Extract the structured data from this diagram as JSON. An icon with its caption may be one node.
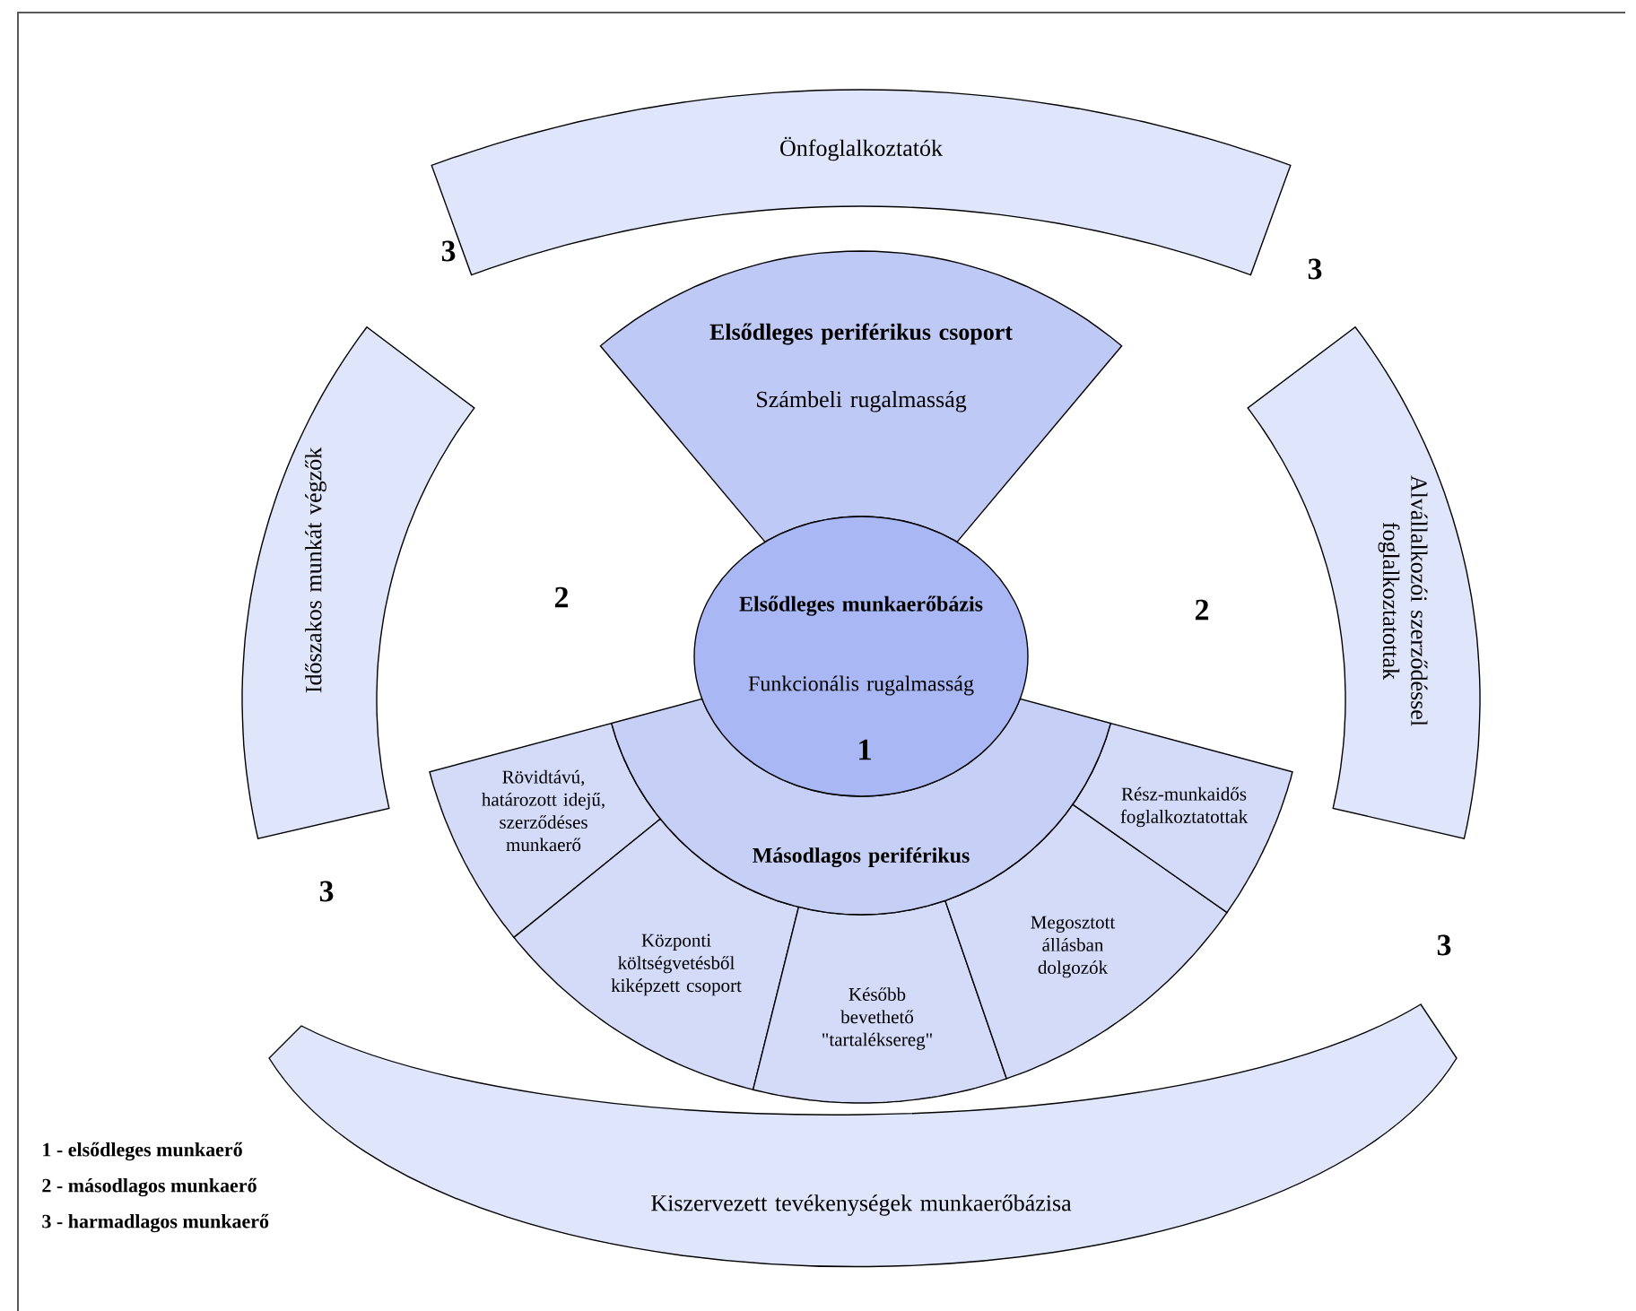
{
  "diagram": {
    "nodes": [
      {
        "text": [
          "Önfoglalkoztatók"
        ]
      },
      {
        "text": [
          "Időszakos munkát végzők"
        ]
      },
      {
        "text": [
          "Elsődleges periférikus csoport",
          "Számbeli rugalmasság"
        ]
      },
      {
        "text": [
          "Alvállalkozói szerződéssel foglalkoztatottak"
        ]
      },
      {
        "text": [
          "Elsődleges munkaerőbázis",
          "Funkcionális rugalmasság"
        ]
      },
      {
        "text": [
          "Másodlagos periférikus"
        ]
      },
      {
        "text": [
          "Rövidtávú, határozott idejű, szerződéses munkaerő"
        ]
      },
      {
        "text": [
          "Központi költségvetésből kiképzett csoport"
        ]
      },
      {
        "text": [
          "Később bevethető \"tartaléksereg\""
        ]
      },
      {
        "text": [
          "Megosztott állásban dolgozók"
        ]
      },
      {
        "text": [
          "Rész-munkaidős foglalkoztatottak"
        ]
      },
      {
        "text": [
          "Kiszervezett tevékenységek munkaerőbázisa"
        ]
      }
    ],
    "labels": [
      "3",
      "3",
      "2",
      "2",
      "1",
      "3",
      "3",
      "1 - elsődleges munkaerő",
      "2 - másodlagos munkaerő",
      "3 - harmadlagos munkaerő"
    ]
  }
}
